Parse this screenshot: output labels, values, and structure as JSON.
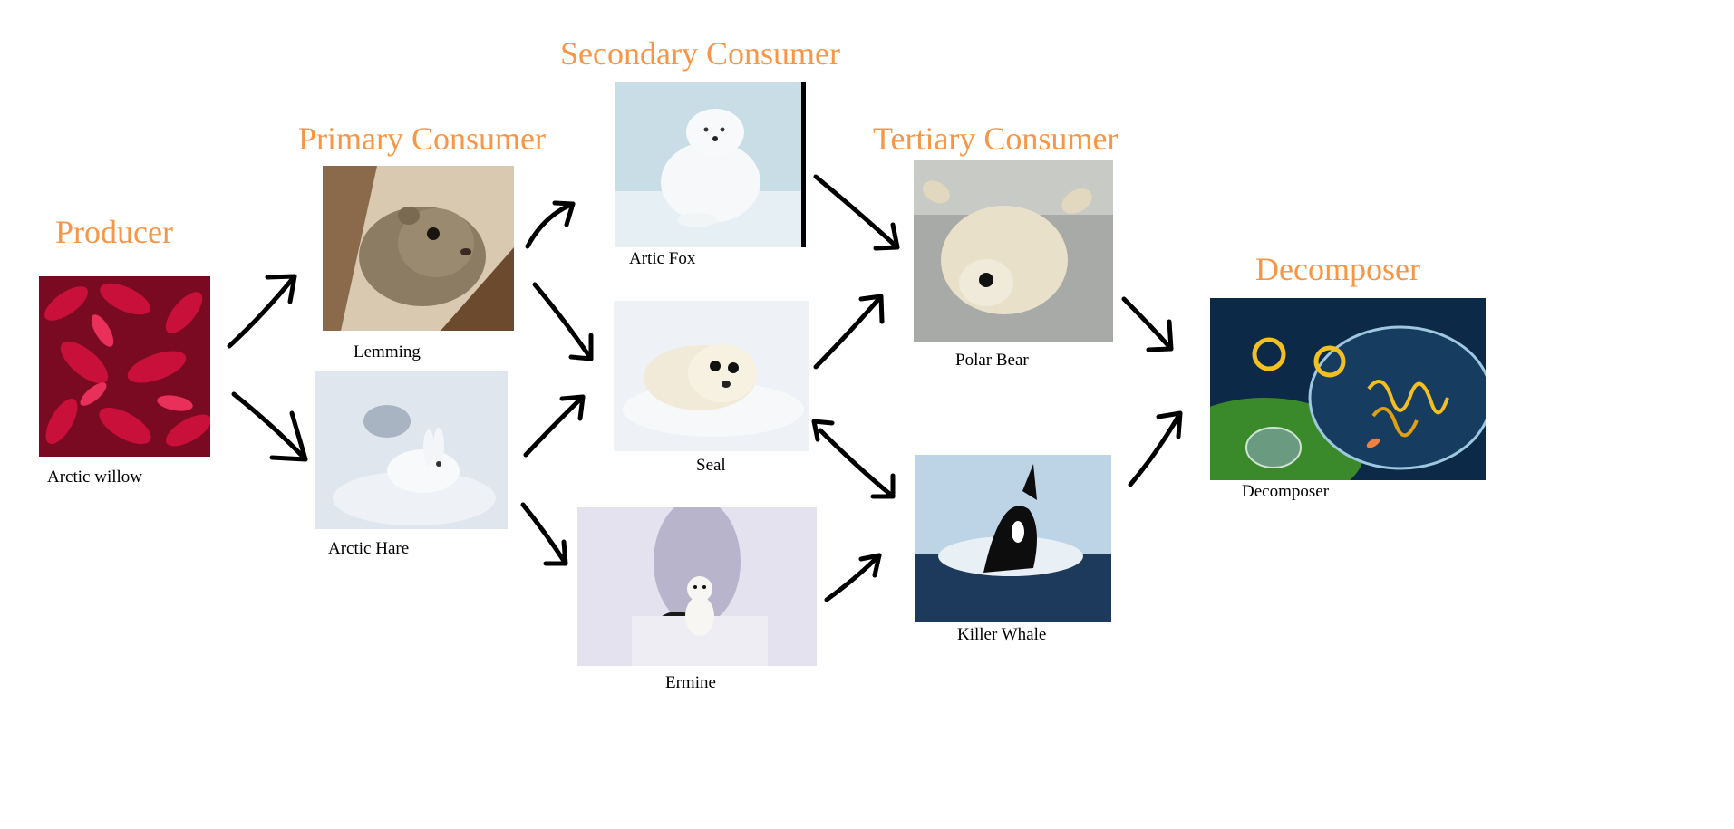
{
  "headings": {
    "producer": "Producer",
    "primary": "Primary Consumer",
    "secondary": "Secondary Consumer",
    "tertiary": "Tertiary Consumer",
    "decomposer": "Decomposer"
  },
  "organisms": {
    "arctic_willow": "Arctic willow",
    "lemming": "Lemming",
    "arctic_hare": "Arctic Hare",
    "artic_fox": "Artic Fox",
    "seal": "Seal",
    "ermine": "Ermine",
    "polar_bear": "Polar Bear",
    "killer_whale": "Killer Whale",
    "decomposer": "Decomposer"
  },
  "colors": {
    "heading": "#f79646",
    "caption": "#000000",
    "arrow": "#000000"
  },
  "links": [
    {
      "from": "Arctic willow",
      "to": "Lemming"
    },
    {
      "from": "Arctic willow",
      "to": "Arctic Hare"
    },
    {
      "from": "Lemming",
      "to": "Artic Fox"
    },
    {
      "from": "Lemming",
      "to": "Seal"
    },
    {
      "from": "Arctic Hare",
      "to": "Seal"
    },
    {
      "from": "Arctic Hare",
      "to": "Ermine"
    },
    {
      "from": "Artic Fox",
      "to": "Polar Bear"
    },
    {
      "from": "Seal",
      "to": "Polar Bear"
    },
    {
      "from": "Seal",
      "to": "Killer Whale"
    },
    {
      "from": "Killer Whale",
      "to": "Seal"
    },
    {
      "from": "Ermine",
      "to": "Killer Whale"
    },
    {
      "from": "Polar Bear",
      "to": "Decomposer"
    },
    {
      "from": "Killer Whale",
      "to": "Decomposer"
    }
  ]
}
